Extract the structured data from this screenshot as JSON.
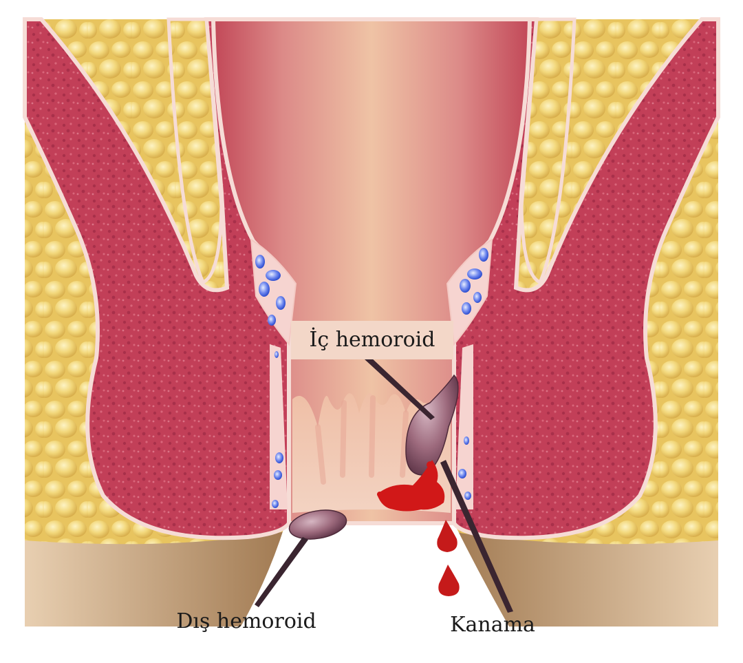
{
  "labels": {
    "internal": "İç hemoroid",
    "external": "Dış hemoroid",
    "bleeding": "Kanama"
  },
  "colors": {
    "fat": "#f2d77a",
    "fat_highlight": "#fbeeb4",
    "fat_shadow": "#d9b04e",
    "muscle": "#c0405a",
    "muscle_dark": "#a32e48",
    "lining": "#f6dcd6",
    "canal_center": "#f0c7a8",
    "canal_edge": "#c6505a",
    "skin": "#c9a986",
    "hemorrhoid": "#9c6a7a",
    "blood": "#d21c1c",
    "vein": "#3b5fd9",
    "label_bg": "#f3d7c8",
    "pointer": "#3a2530"
  },
  "icons": {
    "blood_drop": "blood-drop-icon"
  }
}
